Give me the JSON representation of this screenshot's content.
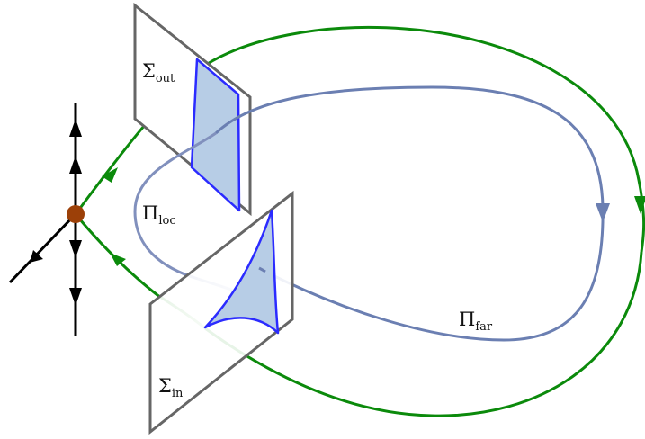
{
  "labels": {
    "sigma_out": {
      "symbol": "Σ",
      "sub": "out"
    },
    "sigma_in": {
      "symbol": "Σ",
      "sub": "in"
    },
    "pi_loc": {
      "symbol": "Π",
      "sub": "loc"
    },
    "pi_far": {
      "symbol": "Π",
      "sub": "far"
    }
  },
  "colors": {
    "homoclinic_orbit": "#0b8a0b",
    "return_orbit": "#6b7fb2",
    "section_frame": "#666666",
    "section_fill": "#b7cde6",
    "section_edge": "#2b2bff",
    "equilibrium": "#9c4008",
    "local_axes": "#000000"
  }
}
